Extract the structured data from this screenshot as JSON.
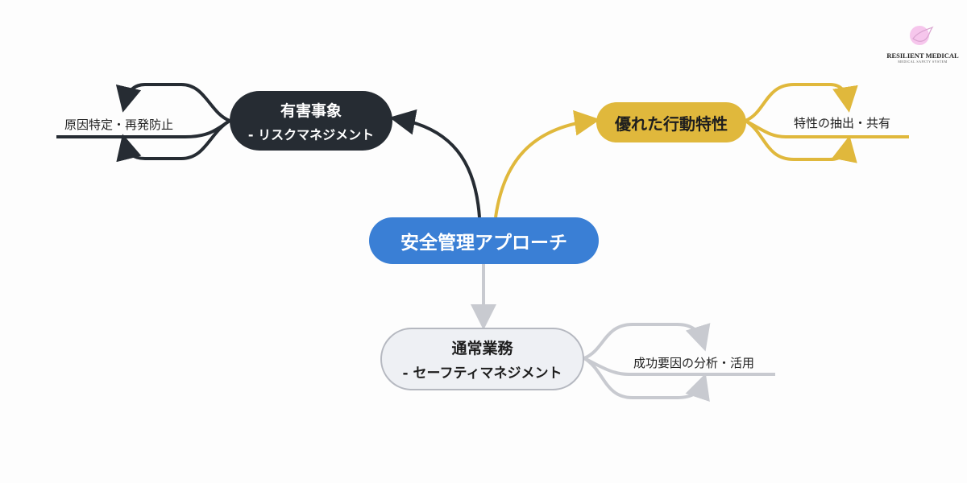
{
  "center": {
    "label": "安全管理アプローチ"
  },
  "adverse": {
    "title": "有害事象",
    "subtitle": "- リスクマネジメント",
    "outcome": "原因特定・再発防止"
  },
  "excellent": {
    "title": "優れた行動特性",
    "outcome": "特性の抽出・共有"
  },
  "normal": {
    "title": "通常業務",
    "subtitle": "- セーフティマネジメント",
    "outcome": "成功要因の分析・活用"
  },
  "logo": {
    "name": "RESILIENT MEDICAL",
    "tagline": "MEDICAL SAFETY SYSTEM"
  },
  "colors": {
    "center": "#3a7fd5",
    "adverse": "#262c33",
    "excellent": "#e0b83c",
    "normal_bg": "#eef0f4",
    "normal_border": "#b5b8c0"
  }
}
